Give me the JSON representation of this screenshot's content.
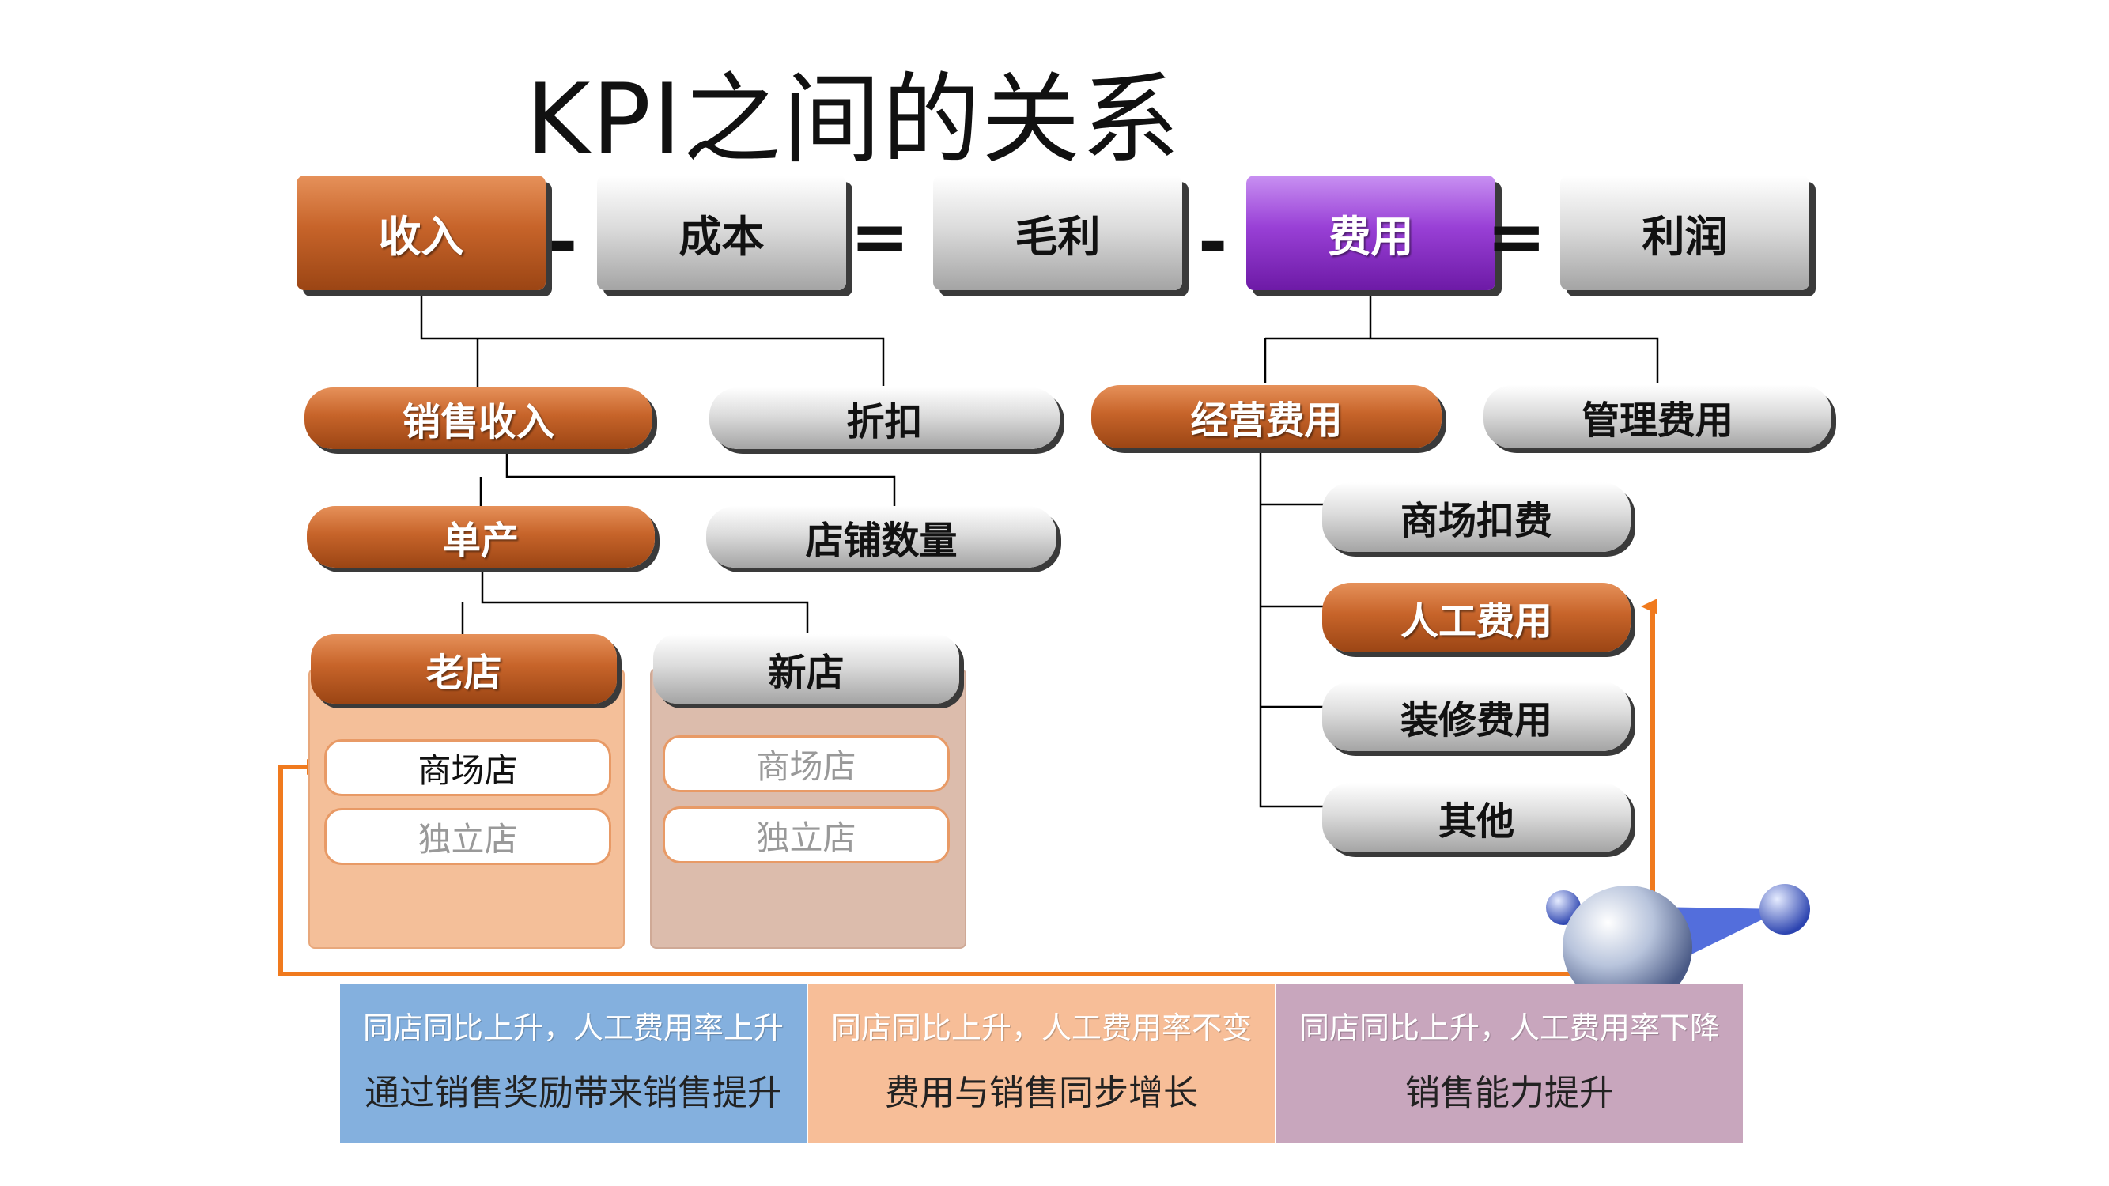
{
  "title": "KPI之间的关系",
  "equation": {
    "revenue": "收入",
    "cost": "成本",
    "gross_profit": "毛利",
    "expense": "费用",
    "profit": "利润",
    "minus": "-",
    "equals": "="
  },
  "revenue_tree": {
    "sales_revenue": "销售收入",
    "discount": "折扣",
    "unit_output": "单产",
    "store_count": "店铺数量",
    "old_store": "老店",
    "new_store": "新店",
    "old_store_items": [
      "商场店",
      "独立店"
    ],
    "new_store_items": [
      "商场店",
      "独立店"
    ]
  },
  "expense_tree": {
    "operating_expense": "经营费用",
    "management_expense": "管理费用",
    "mall_deduction": "商场扣费",
    "labor_cost": "人工费用",
    "decoration_cost": "装修费用",
    "other": "其他"
  },
  "notes": [
    {
      "line1": "同店同比上升，人工费用率上升",
      "line2": "通过销售奖励带来销售提升",
      "color": "#84b0de"
    },
    {
      "line1": "同店同比上升，人工费用率不变",
      "line2": "费用与销售同步增长",
      "color": "#f7be98"
    },
    {
      "line1": "同店同比上升，人工费用率下降",
      "line2": "销售能力提升",
      "color": "#c8a6bd"
    }
  ],
  "colors": {
    "orange": "#c7642a",
    "purple": "#9940d6",
    "gray": "#dcdcdc",
    "arrow": "#f07a1e"
  }
}
